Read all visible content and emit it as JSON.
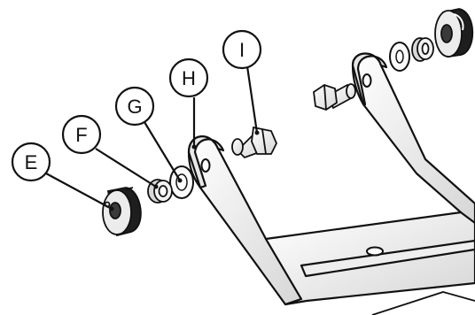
{
  "callouts": [
    {
      "id": "E",
      "label": "E"
    },
    {
      "id": "F",
      "label": "F"
    },
    {
      "id": "G",
      "label": "G"
    },
    {
      "id": "H",
      "label": "H"
    },
    {
      "id": "I",
      "label": "I"
    }
  ],
  "colors": {
    "line": "#111111",
    "metal_light": "#f2f2f2",
    "metal_mid": "#cfcfcf",
    "metal_dark": "#8a8a8a",
    "knob": "#2b2b2b",
    "background": "#ffffff"
  },
  "parts": [
    "bracket",
    "knob-left",
    "knob-right",
    "nut-left",
    "nut-right",
    "washer-left",
    "washer-right",
    "bolt-left",
    "bolt-right"
  ]
}
